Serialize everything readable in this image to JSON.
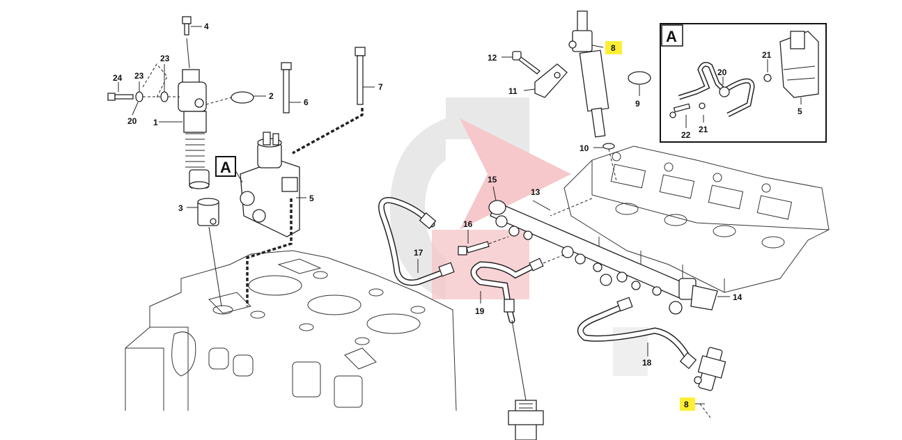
{
  "colors": {
    "highlight": "#ffee33",
    "watermark_red": "#f5c2c6",
    "watermark_grey": "#e6e6e6",
    "line": "#222222"
  },
  "inset": {
    "title": "A",
    "labels": [
      "21",
      "20",
      "21",
      "22",
      "5"
    ]
  },
  "callout_box": {
    "title": "A"
  },
  "callouts": {
    "c1": "1",
    "c2": "2",
    "c3": "3",
    "c4": "4",
    "c5": "5",
    "c6": "6",
    "c7": "7",
    "c8_top": "8",
    "c8_bottom": "8",
    "c9": "9",
    "c10": "10",
    "c11": "11",
    "c12": "12",
    "c13": "13",
    "c14": "14",
    "c15": "15",
    "c16": "16",
    "c17": "17",
    "c18": "18",
    "c19": "19",
    "c20": "20",
    "c23a": "23",
    "c23b": "23",
    "c24": "24"
  }
}
